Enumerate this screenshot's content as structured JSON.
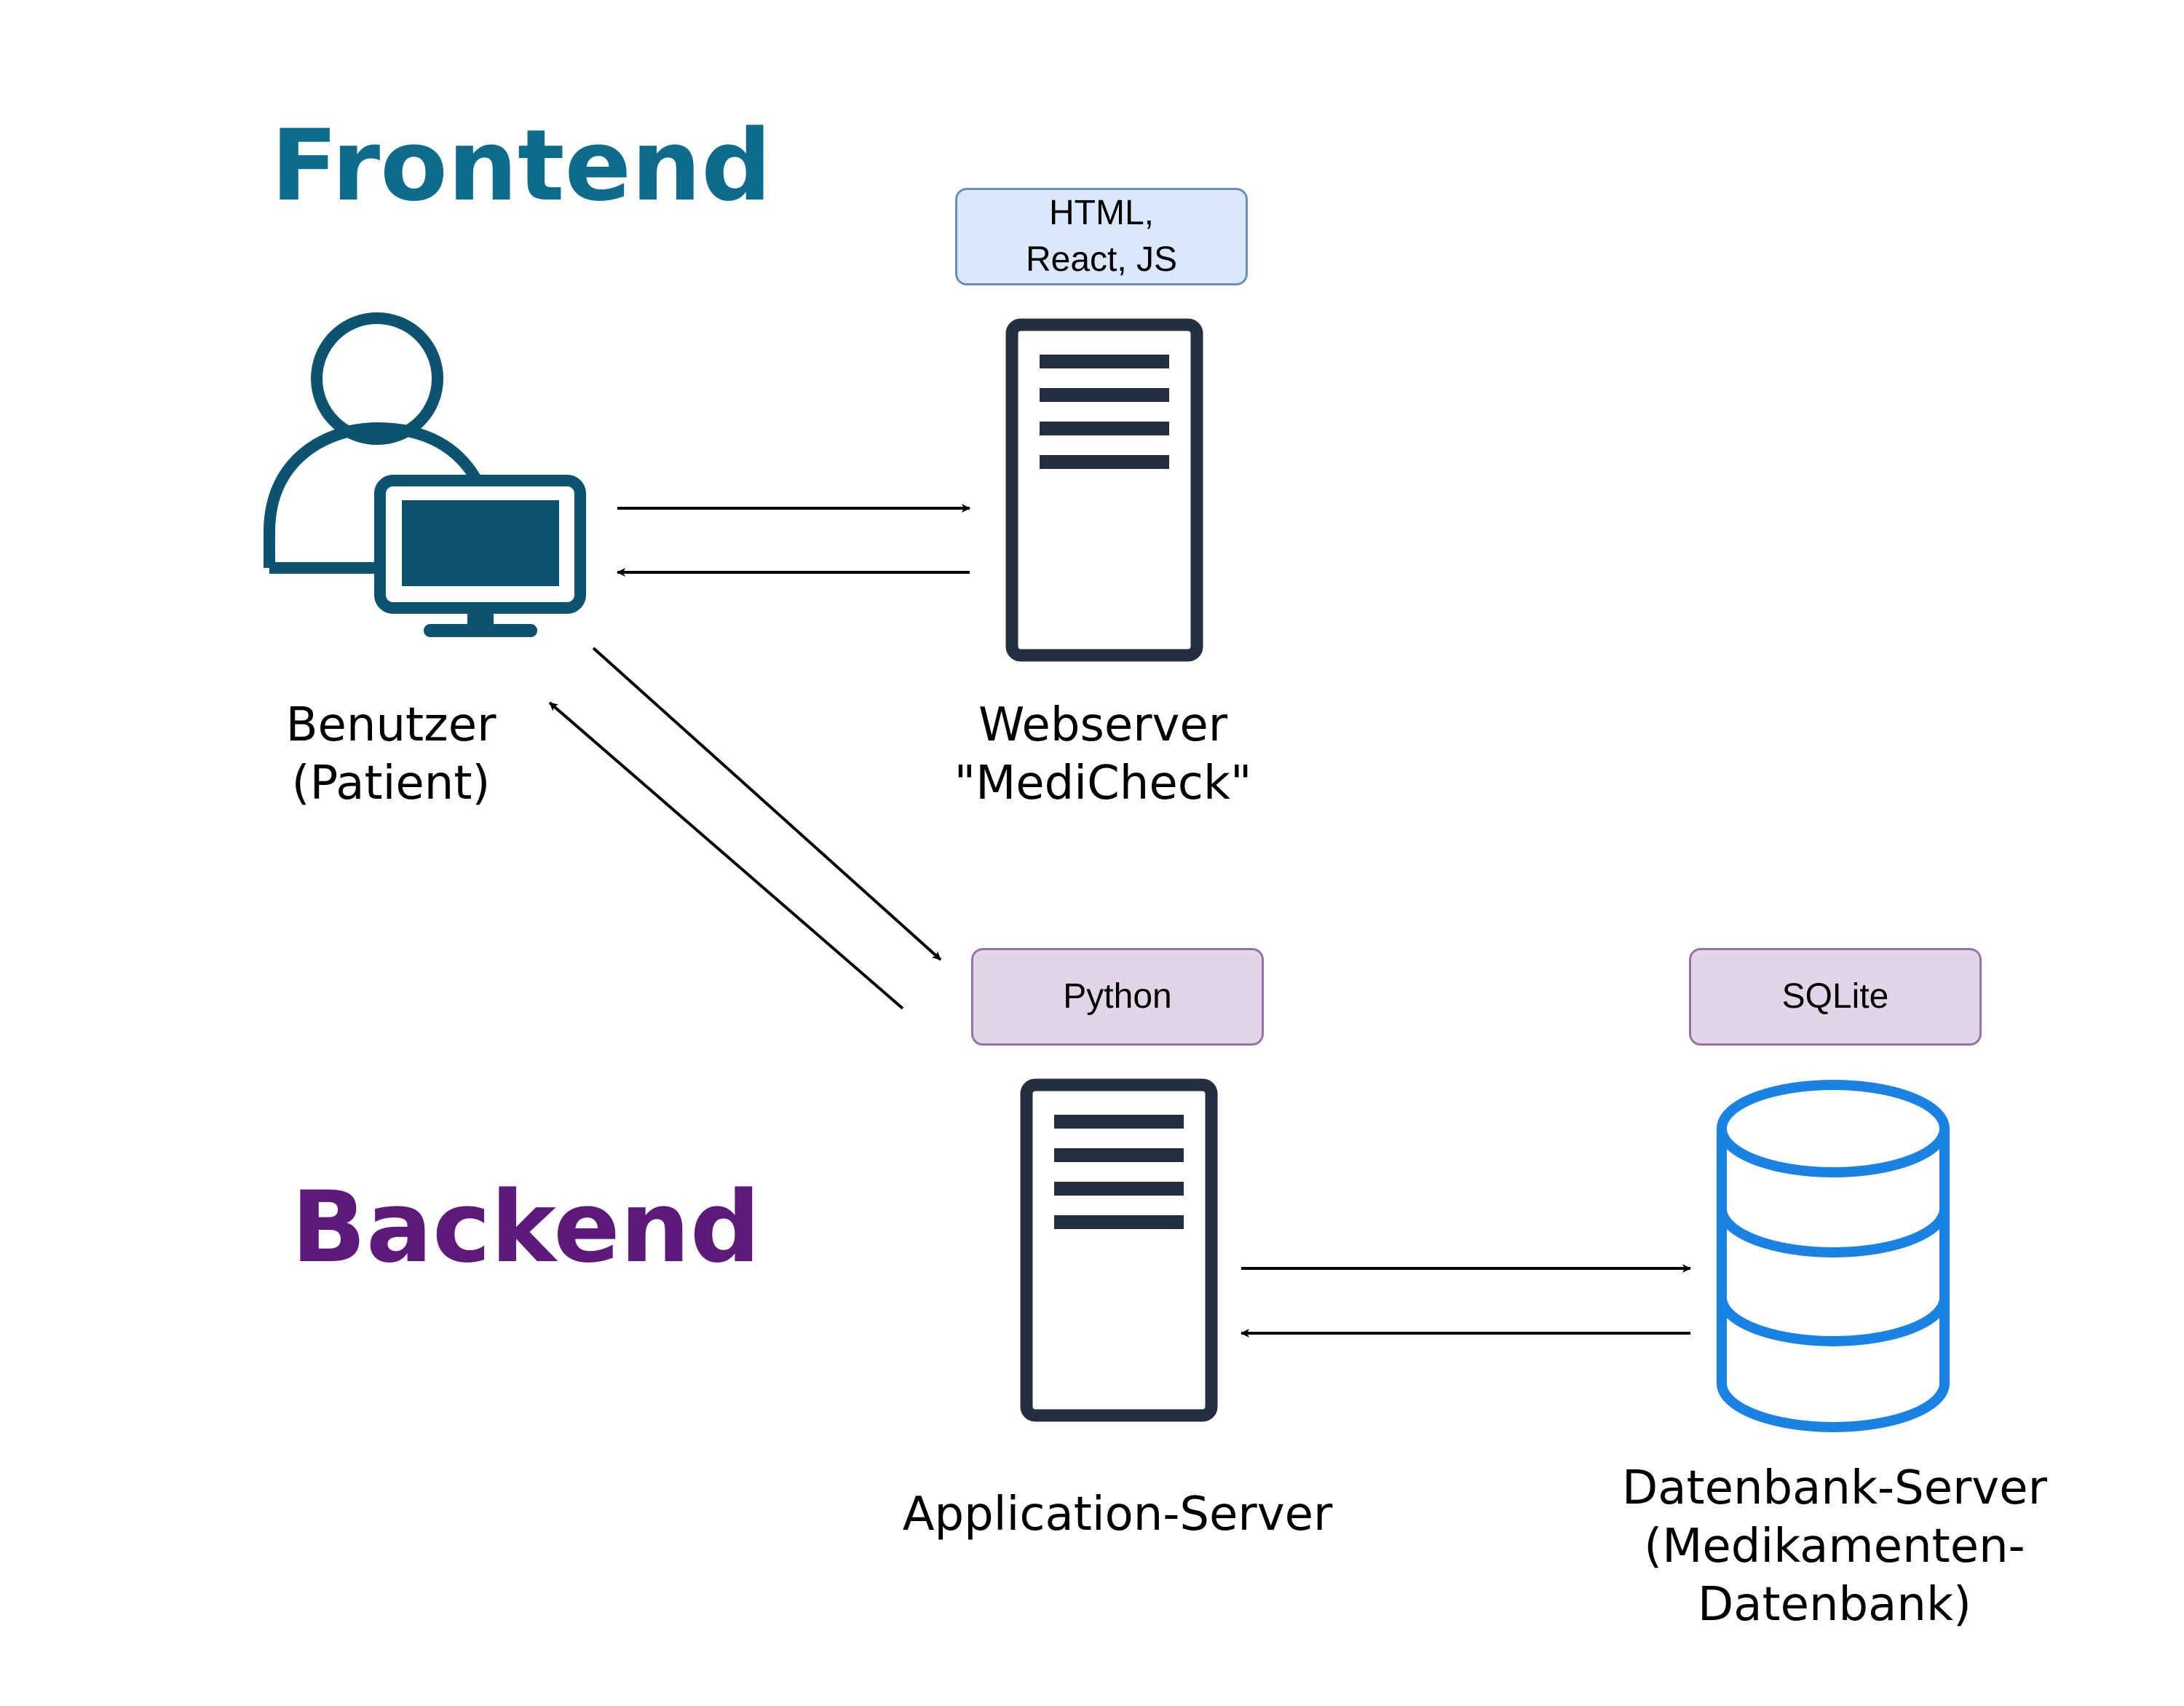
{
  "sections": {
    "frontend": "Frontend",
    "backend": "Backend"
  },
  "nodes": {
    "user": {
      "line1": "Benutzer",
      "line2": "(Patient)",
      "icon": "user-computer-icon"
    },
    "webserver": {
      "line1": "Webserver",
      "line2": "\"MediCheck\"",
      "icon": "server-icon"
    },
    "appserver": {
      "line1": "Application-Server",
      "icon": "server-icon"
    },
    "dbserver": {
      "line1": "Datenbank-Server",
      "line2": "(Medikamenten-",
      "line3": "Datenbank)",
      "icon": "database-icon"
    }
  },
  "tags": {
    "web": {
      "line1": "HTML,",
      "line2": "React, JS"
    },
    "app": {
      "line1": "Python"
    },
    "db": {
      "line1": "SQLite"
    }
  },
  "colors": {
    "frontend_title": "#0E6B8C",
    "backend_title": "#5E1A7A",
    "user_icon": "#0B5371",
    "server_icon": "#232F3E",
    "database_icon": "#1A82E2",
    "tag_blue_fill": "#DAE8FC",
    "tag_blue_border": "#6C8EBF",
    "tag_purple_fill": "#E1D5E7",
    "tag_purple_border": "#9673A6",
    "arrow": "#000000"
  }
}
